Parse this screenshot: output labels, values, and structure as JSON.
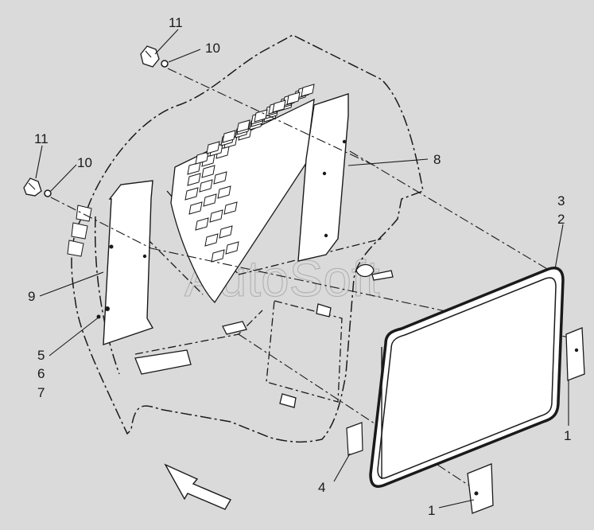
{
  "colors": {
    "background": "#dadada",
    "line": "#1a1a1a",
    "part_fill": "#ffffff",
    "watermark": "#9a9a9a"
  },
  "watermark": "AutoSoft",
  "callouts": {
    "c11a": "11",
    "c10a": "10",
    "c11b": "11",
    "c10b": "10",
    "c8": "8",
    "c3": "3",
    "c2": "2",
    "c9": "9",
    "c5": "5",
    "c6": "6",
    "c7": "7",
    "c1a": "1",
    "c1b": "1",
    "c4": "4"
  },
  "icons": {
    "direction": "arrow-icon"
  }
}
